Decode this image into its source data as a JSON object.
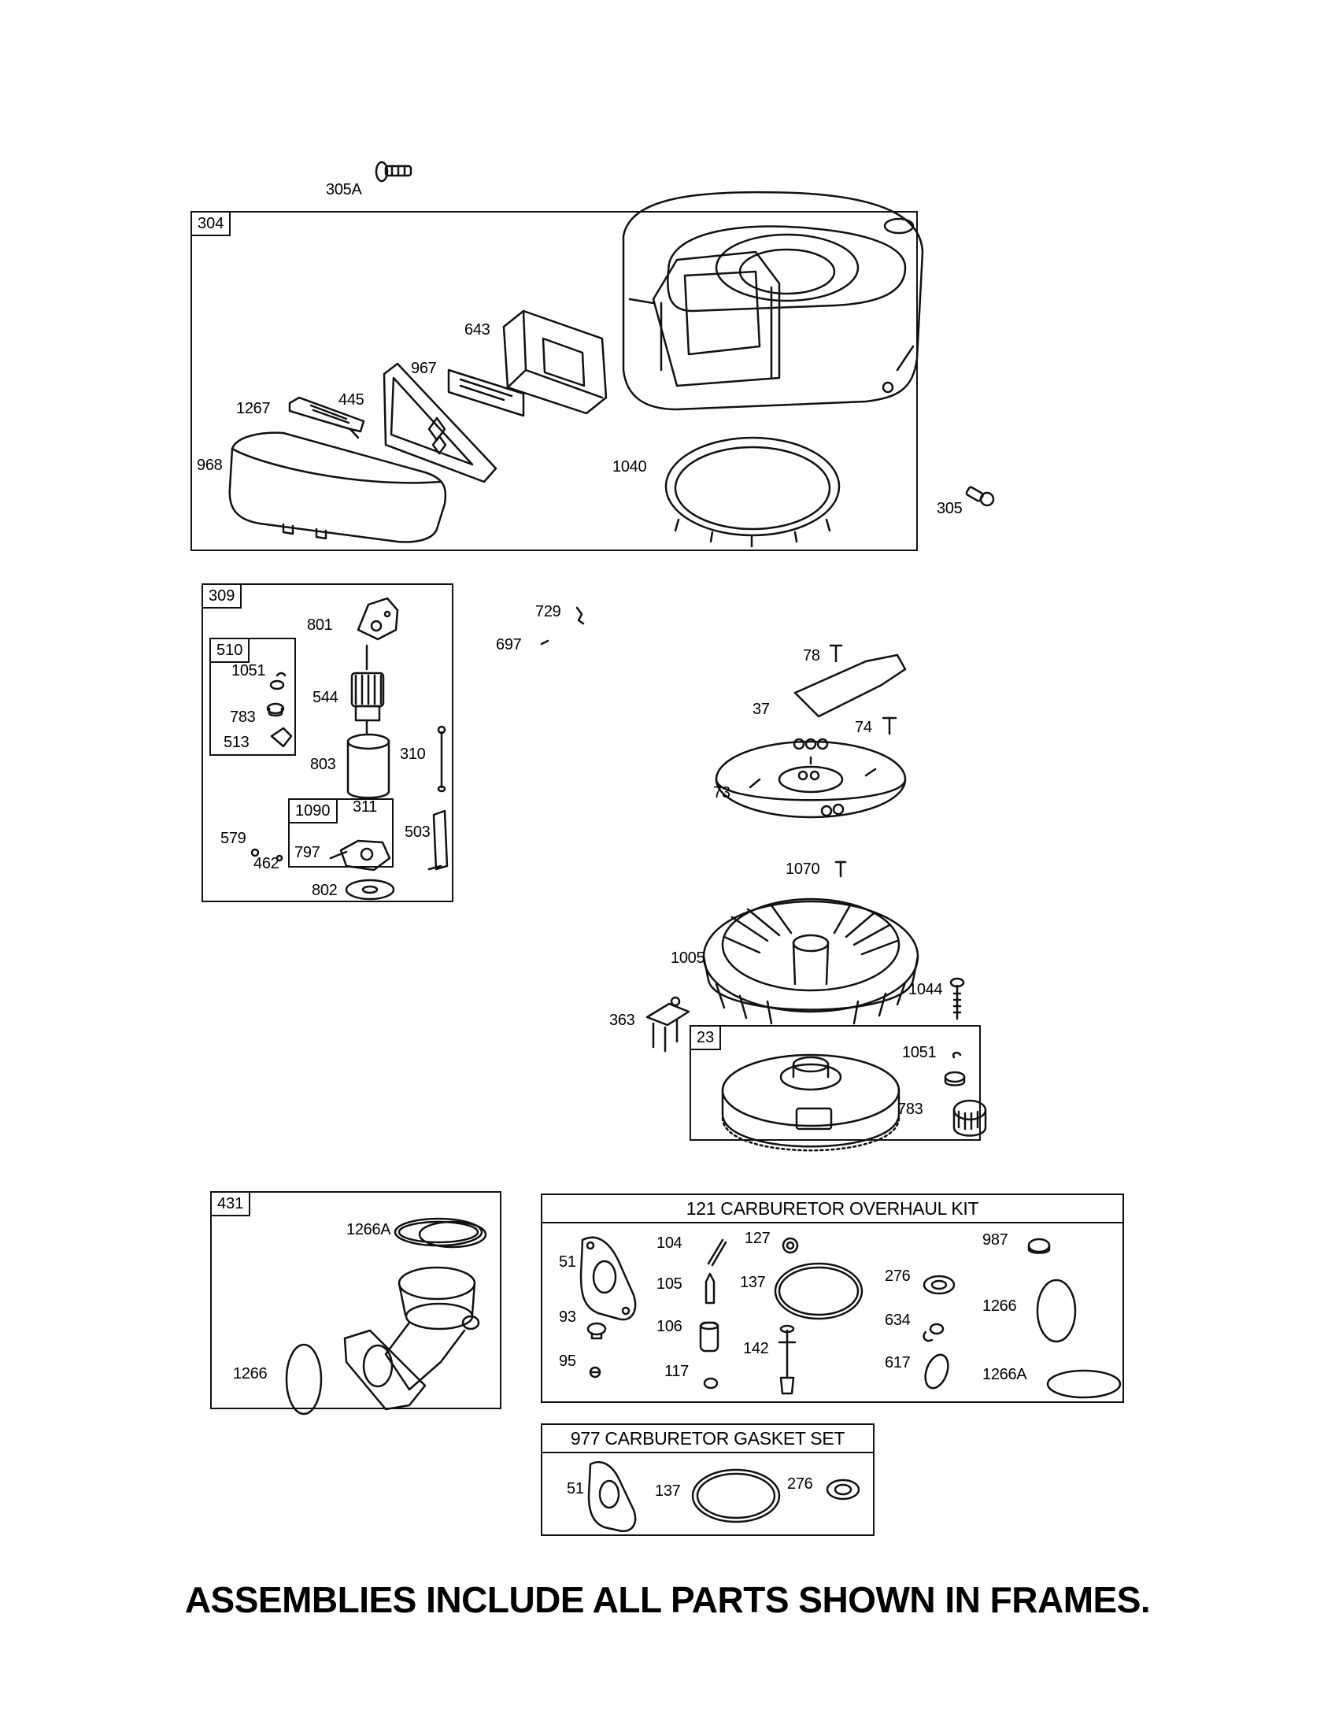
{
  "footer": "ASSEMBLIES INCLUDE ALL PARTS SHOWN IN FRAMES.",
  "frames": {
    "f304": "304",
    "f309": "309",
    "f510": "510",
    "f1090": "1090",
    "f23": "23",
    "f431": "431",
    "f121": "121 CARBURETOR OVERHAUL KIT",
    "f977": "977 CARBURETOR GASKET SET"
  },
  "parts": {
    "p305A": "305A",
    "p643": "643",
    "p967": "967",
    "p1267": "1267",
    "p445": "445",
    "p968": "968",
    "p1040": "1040",
    "p305": "305",
    "p801": "801",
    "p1051a": "1051",
    "p544": "544",
    "p783a": "783",
    "p513": "513",
    "p803": "803",
    "p310": "310",
    "p311": "311",
    "p503": "503",
    "p579": "579",
    "p797": "797",
    "p462": "462",
    "p802": "802",
    "p729": "729",
    "p697": "697",
    "p78": "78",
    "p37": "37",
    "p74": "74",
    "p73": "73",
    "p1070": "1070",
    "p1005": "1005",
    "p1044": "1044",
    "p363": "363",
    "p1051b": "1051",
    "p783b": "783",
    "p1266Aa": "1266A",
    "p1266a": "1266",
    "p104": "104",
    "p127": "127",
    "p987": "987",
    "p51a": "51",
    "p105": "105",
    "p137a": "137",
    "p276a": "276",
    "p1266b": "1266",
    "p93": "93",
    "p106": "106",
    "p634": "634",
    "p142": "142",
    "p95": "95",
    "p117": "117",
    "p617": "617",
    "p1266Ab": "1266A",
    "p51b": "51",
    "p137b": "137",
    "p276b": "276"
  }
}
